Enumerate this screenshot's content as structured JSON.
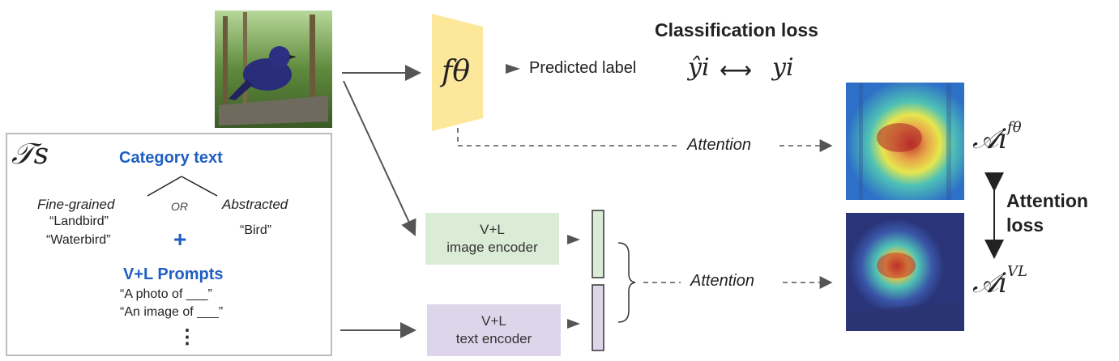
{
  "colors": {
    "arrow": "#555555",
    "blue_text": "#1f5ec4",
    "f_theta_fill": "#fde79a",
    "image_encoder_fill": "#dbecd6",
    "text_encoder_fill": "#ddd6ea",
    "panel_border": "#bdbdbd"
  },
  "top": {
    "classification_loss": "Classification loss",
    "predicted_label": "Predicted label",
    "model_symbol": "fθ",
    "y_hat": "ŷi",
    "y_true": "yi",
    "attention_label_1": "Attention"
  },
  "panel": {
    "set_symbol": "𝒯s",
    "category_heading": "Category text",
    "or_label": "OR",
    "fine_grained_label": "Fine-grained",
    "fine_examples": [
      "“Landbird”",
      "“Waterbird”"
    ],
    "abstracted_label": "Abstracted",
    "abstract_example": "“Bird”",
    "plus": "+",
    "prompts_heading": "V+L Prompts",
    "prompts": [
      "“A photo of ___”",
      "“An image of ___”"
    ],
    "more": "⋮"
  },
  "encoders": {
    "image_encoder": [
      "V+L",
      "image encoder"
    ],
    "text_encoder": [
      "V+L",
      "text encoder"
    ],
    "attention_label_2": "Attention"
  },
  "right": {
    "attention_loss": [
      "Attention",
      "loss"
    ],
    "map_symbol_model": "𝒜i",
    "map_symbol_model_sup": "fθ",
    "map_symbol_vl": "𝒜i",
    "map_symbol_vl_sup": "VL"
  },
  "icons": {
    "input_image": "bird-photo-icon",
    "heatmap_model": "attention-heatmap-icon",
    "heatmap_vl": "attention-heatmap-icon"
  }
}
